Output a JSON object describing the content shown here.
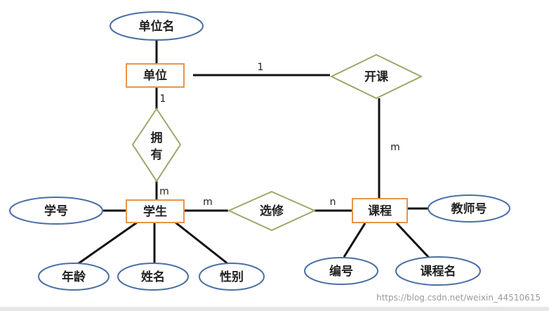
{
  "diagram": {
    "entities": {
      "danwei": "单位",
      "xuesheng": "学生",
      "kecheng": "课程"
    },
    "attributes": {
      "danweiming": "单位名",
      "xuehao": "学号",
      "nianling": "年龄",
      "xingming": "姓名",
      "xingbie": "性别",
      "bianhao": "编号",
      "kechengming": "课程名",
      "jiaoshihao": "教师号"
    },
    "relationships": {
      "kaike": "开课",
      "yongyou_1": "拥",
      "yongyou_2": "有",
      "xuanxiu": "选修"
    },
    "cardinalities": {
      "danwei_kaike": "1",
      "kaike_kecheng": "m",
      "danwei_yongyou": "1",
      "yongyou_xuesheng": "m",
      "xuesheng_xuanxiu": "m",
      "xuanxiu_kecheng": "n"
    },
    "watermark": "https://blog.csdn.net/weixin_44510615"
  },
  "colors": {
    "entity_border": "#e8944a",
    "attribute_border": "#4a6fa5",
    "relationship_border": "#9aa86a",
    "line": "#111111",
    "bottom_bar": "#e6e6e6"
  }
}
